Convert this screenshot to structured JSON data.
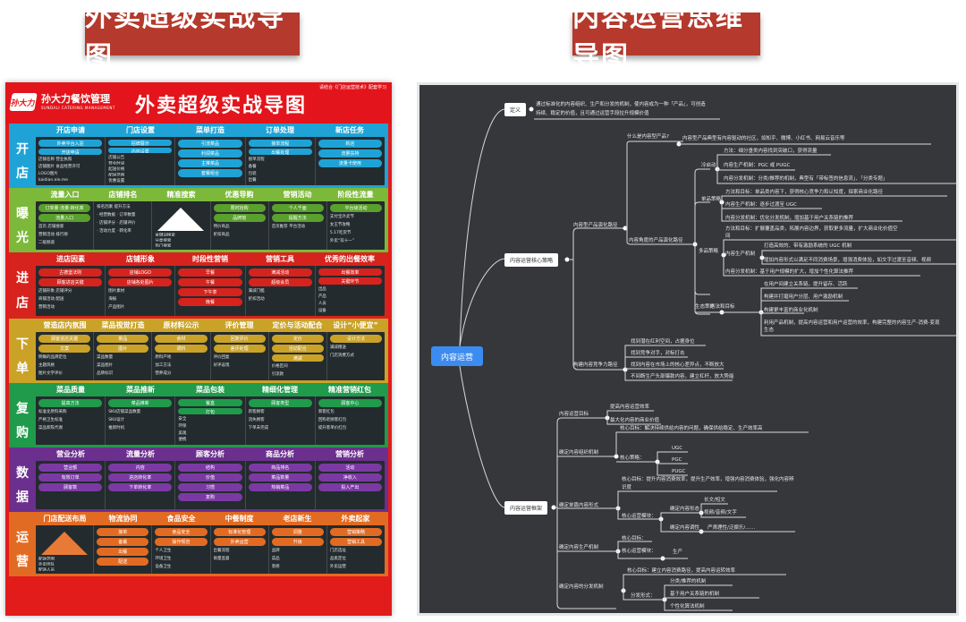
{
  "titles": {
    "left": "外卖超级实战导图",
    "right": "内容运营思维导图"
  },
  "poster": {
    "logo": "孙大力",
    "brand": "孙大力餐饮管理",
    "brand_sub": "SUNDALI CATERING MANAGEMENT",
    "title": "外卖超级实战导图",
    "note": "请结合《门店运营技术》配套学习",
    "bands": [
      {
        "side": [
          "开",
          "店"
        ],
        "color": "#1fa3d6",
        "accent": "#1fa3d6",
        "headers": [
          "开店申请",
          "门店设置",
          "菜单打造",
          "订单处理",
          "新店任务"
        ],
        "cells": [
          {
            "pills": [
              "外卖平台入驻",
              "开店申请"
            ],
            "lines": [
              "店铺名称 营业执照",
              "店铺图片 食品经营许可",
              "LOGO图片",
              "kaidian.ele.me"
            ]
          },
          {
            "pills": [
              "招牌展示",
              "内容设置"
            ],
            "lines": [
              "店铺公告",
              "营业时间",
              "起送价格",
              "配送范围",
              "优惠设置"
            ]
          },
          {
            "pills": [
              "引流菜品",
              "利润菜品",
              "主推菜品",
              "套餐组合"
            ],
            "lines": []
          },
          {
            "pills": [
              "接单流程",
              "出餐处理"
            ],
            "lines": [
              "接单流程",
              "备餐",
              "包装",
              "出餐"
            ]
          },
          {
            "pills": [
              "新店",
              "流量扶持",
              "流量卡使用"
            ],
            "lines": []
          }
        ]
      },
      {
        "side": [
          "曝",
          "光"
        ],
        "color": "#7cb83a",
        "accent": "#5aa02c",
        "headers": [
          "流量入口",
          "店铺排名",
          "精准搜索",
          "优惠导购",
          "营销活动",
          "阶段性流量"
        ],
        "cells": [
          {
            "pills": [
              "订单量·流量·转化率",
              "流量入口"
            ],
            "lines": [
              "首页 店铺搜索",
              "营销活动 排行榜",
              "二级频道"
            ]
          },
          {
            "pills": [],
            "lines": [
              "排名因素 提升方法",
              "· 经营数据 · 订单数量",
              "· 店铺评分 · 店铺评价",
              "· 活动力度 · 转化率"
            ]
          },
          {
            "pills": [],
            "lines": [
              "关键词搜索",
              "分类搜索",
              "热门搜索"
            ],
            "tri": true
          },
          {
            "pills": [
              "限时抢购",
              "品牌馆"
            ],
            "lines": [
              "特价商品",
              "折扣商品"
            ]
          },
          {
            "pills": [
              "个人千面",
              "提醒方法"
            ],
            "lines": [
              "首页推荐 平台活动"
            ]
          },
          {
            "pills": [
              "平台级活动"
            ],
            "lines": [
              "支付宝外卖节",
              "女王节攻略",
              "5.17吃货节",
              "外卖“双十一”"
            ]
          }
        ]
      },
      {
        "side": [
          "进",
          "店"
        ],
        "color": "#d7231d",
        "accent": "#d7231d",
        "headers": [
          "进店因素",
          "店铺形象",
          "时段性营销",
          "营销工具",
          "优秀的出餐效率"
        ],
        "cells": [
          {
            "pills": [
              "古德堡法则",
              "顾客进店关键"
            ],
            "lines": [
              "店铺形象 店铺评分",
              "商铺活动 配送",
              "营销活动"
            ]
          },
          {
            "pills": [
              "店铺LOGO",
              "店铺各处图片"
            ],
            "lines": [
              "图片素材",
              "海报",
              "产品图片"
            ]
          },
          {
            "pills": [
              "早餐",
              "午餐",
              "下午茶",
              "晚餐"
            ],
            "lines": []
          },
          {
            "pills": [
              "满减活动",
              "超级会员"
            ],
            "lines": [
              "满减门槛",
              "折扣活动"
            ]
          },
          {
            "pills": [
              "出餐效率",
              "关键环节"
            ],
            "lines": [
              "出品",
              "产品",
              "人员",
              "设备"
            ]
          }
        ]
      },
      {
        "side": [
          "下",
          "单"
        ],
        "color": "#c9a227",
        "accent": "#c9a227",
        "headers": [
          "营造店内氛围",
          "菜品视觉打造",
          "原材料公示",
          "评价管理",
          "定价与活动配合",
          "设计“小便宜”"
        ],
        "cells": [
          {
            "pills": [
              "顾客进店关键",
              "文案"
            ],
            "lines": [
              "明确的品牌定位",
              "主题风格",
              "图片文字评价"
            ]
          },
          {
            "pills": [
              "菜品",
              "图片"
            ],
            "lines": [
              "菜品数量",
              "菜品图片",
              "品牌标识"
            ]
          },
          {
            "pills": [
              "食材",
              "调料"
            ],
            "lines": [
              "原料产地",
              "加工方法",
              "营养成分"
            ]
          },
          {
            "pills": [
              "回复评价",
              "差评处理"
            ],
            "lines": [
              "评价回复",
              "好评返现"
            ]
          },
          {
            "pills": [
              "定价",
              "活动配合",
              "满减"
            ],
            "lines": [
              "价格区间",
              "引流款"
            ]
          },
          {
            "pills": [
              "设计方法"
            ],
            "lines": [
              "满减赠送",
              "门店消费方式"
            ]
          }
        ]
      },
      {
        "side": [
          "复",
          "购"
        ],
        "color": "#1f9b4b",
        "accent": "#1f9b4b",
        "headers": [
          "菜品质量",
          "菜品推新",
          "菜品包装",
          "精细化管理",
          "精准营销红包"
        ],
        "cells": [
          {
            "pills": [
              "提高方法"
            ],
            "lines": [
              "标准化原料采购",
              "严格卫生标准",
              "菜品新陈代谢"
            ]
          },
          {
            "pills": [
              "菜品推新"
            ],
            "lines": [
              "SKU店铺菜品数量",
              "SKU设计",
              "推新时机"
            ]
          },
          {
            "pills": [
              "餐盒",
              "打包"
            ],
            "lines": [
              "安全",
              "环保",
              "美观",
              "便携"
            ]
          },
          {
            "pills": [
              "顾客类型"
            ],
            "lines": [
              "新客顾客",
              "流失顾客",
              "下单未完成"
            ]
          },
          {
            "pills": [
              "顾客中心"
            ],
            "lines": [
              "新客红包",
              "回购老顾客红包",
              "提升客单价红包"
            ]
          }
        ]
      },
      {
        "side": [
          "数",
          "据"
        ],
        "color": "#6b2f8e",
        "accent": "#7b3aa3",
        "headers": [
          "营业分析",
          "流量分析",
          "顾客分析",
          "商品分析",
          "营销分析"
        ],
        "cells": [
          {
            "pills": [
              "营业额",
              "有效订单",
              "顾客数"
            ],
            "lines": []
          },
          {
            "pills": [
              "内容",
              "进店转化率",
              "下单转化率"
            ],
            "lines": []
          },
          {
            "pills": [
              "结构",
              "价值",
              "习惯",
              "复购"
            ],
            "lines": []
          },
          {
            "pills": [
              "商品排名",
              "菜品数量",
              "热销菜品"
            ],
            "lines": []
          },
          {
            "pills": [
              "活动",
              "净收入",
              "投入产出"
            ],
            "lines": []
          }
        ]
      },
      {
        "side": [
          "运",
          "营"
        ],
        "color": "#e26b23",
        "accent": "#e26b23",
        "headers": [
          "门店配送布局",
          "物流协同",
          "食品安全",
          "中餐制度",
          "老店新生",
          "外卖起家"
        ],
        "cells": [
          {
            "pills": [],
            "lines": [
              "配送范围",
              "外卖团队",
              "配送人员"
            ],
            "tri": true
          },
          {
            "pills": [
              "接单",
              "备餐",
              "出餐",
              "配送"
            ],
            "lines": []
          },
          {
            "pills": [
              "食品安全",
              "操作规范"
            ],
            "lines": [
              "个人卫生",
              "环境卫生",
              "设备卫生"
            ]
          },
          {
            "pills": [
              "标准化管理",
              "外卖运营"
            ],
            "lines": [
              "出餐流程",
              "质量监督"
            ]
          },
          {
            "pills": [
              "调整",
              "升级"
            ],
            "lines": [
              "品牌",
              "菜品",
              "装修"
            ]
          },
          {
            "pills": [
              "营销策略",
              "营销工具"
            ],
            "lines": [
              "门店选址",
              "品类定位",
              "外卖运营"
            ]
          }
        ]
      }
    ]
  },
  "mindmap": {
    "root": "内容运营",
    "definition": {
      "label": "定义",
      "text1": "通过标准化的内容组织、生产和分发的机制，使内容成为一种「产品」，可创造",
      "text2": "持续、稳定的价值，且可通过运营手段拉升规模价值"
    },
    "strategy": {
      "label": "内容运营核心策略",
      "path1": "内容型产品演化路径",
      "what": "什么是内容型产品?",
      "what_ans": "内容型产品典型有内容驱动的社区，如知乎、微博、小红书、网易云音乐等",
      "angle": "内容角度的产品演化路径",
      "cold": "冷启动",
      "cold_items": [
        "方法：细分垂类内容找到突破口，获得流量",
        "内容生产机制：PGC 或 PUGC",
        "内容分发机制：分类/推荐的机制，典型有「带标签的信息流」、「分类专题」"
      ],
      "single": "单品策略",
      "single_items": [
        "方法和目标：单品类内容下，获得核心竞争力和认知度，探索商业化路径",
        "内容生产机制：逐步过渡至 UGC",
        "内容分发机制：优化分发机制，增加基于用户关系链的推荐"
      ],
      "multi": "多品策略",
      "multi_items": [
        "方法和目标：扩展覆盖品类，拓展内容边界，获取更多流量，扩大商业化价值空",
        "间",
        "内容生产机制",
        "打造高效的、带有激励系统的 UGC 机制",
        "增加内容形式以满足不同消费场景，增强消费体验，如文字过渡至音频、视频",
        "内容分发机制：基于用户规模的扩大，增加个性化算法推荐"
      ],
      "eco": "生态策略",
      "eco_mid": "方法和目标",
      "eco_items": [
        "在用户间建立关系链，提升留存、活跃",
        "构建并打磨用户分层、用户激励机制",
        "构建更丰富的商业化机制",
        "利用产品机制，提高内容运营和用户运营的效率，构建完整的内容生产-消费-变现",
        "生态"
      ],
      "path2": "构建内容竞争力路径",
      "path2_items": [
        "找到潜在红利空间，占据身位",
        "找到竞争对手，对标打击",
        "找到内容在市场上的核心差异点，不断放大",
        "不间断生产头部爆款内容，建立杠杆，放大势能"
      ]
    },
    "framework": {
      "label": "内容运营框架",
      "goal": "内容运营目标",
      "goal_items": [
        "提高内容运营效率",
        "最大化内容的商业价值"
      ],
      "org": "确定内容组织机制",
      "org_core": "核心目标：解决持续供给内容的问题，确保供给稳定、生产效率高",
      "org_strategy": "核心策略：",
      "org_types": [
        "UGC",
        "PGC",
        "PUGC"
      ],
      "form": "确定单篇内容形式",
      "form_core": "核心目标：提升内容消费效率，提升生产效率，增强内容消费体验，强化内容辨",
      "form_core2": "识度",
      "form_module": "核心运营模块：",
      "form_shape": "确定内容形态",
      "form_shape_items": [
        "长文/短文",
        "视频/音频/文字"
      ],
      "form_tone": "确定内容调性",
      "form_tone_item": "严肃理性/泛娱乐/……",
      "prod": "确定内容生产机制",
      "prod_core": "核心目标：",
      "prod_module": "核心运营模块：",
      "prod_item": "生产",
      "dist": "确定内容的分发机制",
      "dist_core": "核心目标：建立内容消费路径，提高内容运转效率",
      "dist_form": "分发形式：",
      "dist_items": [
        "分类/推荐的机制",
        "基于用户关系链的机制",
        "个性化算法机制"
      ]
    }
  }
}
